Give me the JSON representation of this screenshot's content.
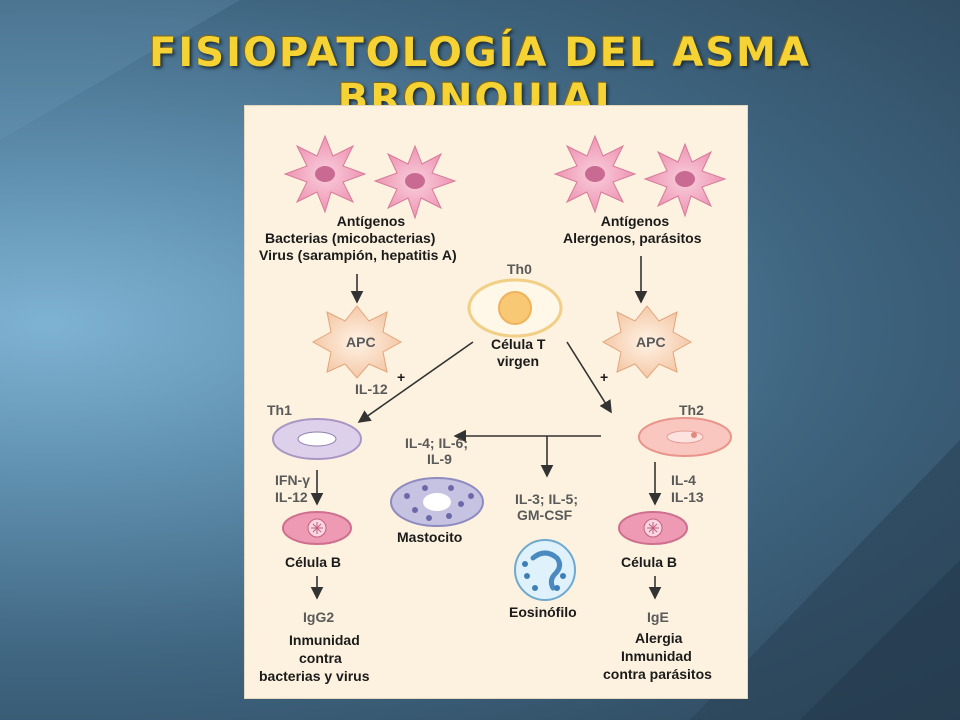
{
  "slide": {
    "title": "FISIOPATOLOGÍA DEL ASMA BRONQUIAL"
  },
  "diagram": {
    "left_antigen": {
      "heading": "Antígenos",
      "line1": "Bacterias (micobacterias)",
      "line2": "Virus (sarampión, hepatitis A)"
    },
    "right_antigen": {
      "heading": "Antígenos",
      "line1": "Alergenos, parásitos"
    },
    "th0": {
      "label": "Th0",
      "caption1": "Célula T",
      "caption2": "virgen"
    },
    "left_apc": {
      "label": "APC",
      "cytokine": "IL-12",
      "sign": "+"
    },
    "right_apc": {
      "label": "APC",
      "sign": "+"
    },
    "th1": {
      "label": "Th1",
      "cytokine1": "IFN-γ",
      "cytokine2": "IL-12"
    },
    "th2": {
      "label": "Th2",
      "cytokine1": "IL-4",
      "cytokine2": "IL-13"
    },
    "middle": {
      "cytokines_a1": "IL-4; IL-6;",
      "cytokines_a2": "IL-9",
      "cytokines_b1": "IL-3; IL-5;",
      "cytokines_b2": "GM-CSF",
      "mastocito": "Mastocito",
      "eosinofilo": "Eosinófilo"
    },
    "left_b": {
      "label": "Célula B",
      "ig": "IgG2",
      "outcome1": "Inmunidad",
      "outcome2": "contra",
      "outcome3": "bacterias y virus"
    },
    "right_b": {
      "label": "Célula B",
      "ig": "IgE",
      "outcome1": "Alergia",
      "outcome2": "Inmunidad",
      "outcome3": "contra parásitos"
    },
    "colors": {
      "title": "#f6d335",
      "panel": "#fcf2df",
      "dendritic": "#f2a7c0",
      "th0": "#fde7a8",
      "th1": "#d9c8e6",
      "th2": "#f7b5ae",
      "bcell": "#ee97b0",
      "mast": "#b9b6d9",
      "arrow": "#333333"
    }
  }
}
